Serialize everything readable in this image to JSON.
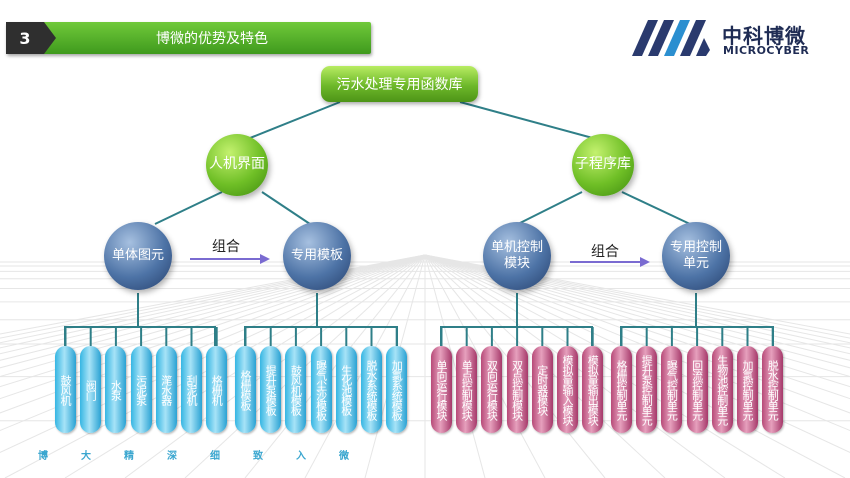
{
  "header": {
    "number": "3",
    "title": "博微的优势及特色"
  },
  "logo": {
    "name_cn": "中科博微",
    "name_en": "MICROCYBER"
  },
  "diagram": {
    "root": "污水处理专用函数库",
    "left_branch": {
      "label": "人机界面",
      "left_child": "单体图元",
      "right_child": "专用模板",
      "combine_label": "组合",
      "left_items": [
        "鼓风机",
        "阀门",
        "水泵",
        "污泥泵",
        "滗水器",
        "刮泥机",
        "格栅机"
      ],
      "right_items": [
        "格栅模板",
        "提升泵模板",
        "鼓风机模板",
        "曝气尘沙模板",
        "生化池模板",
        "脱水系统模板",
        "加氯系统模板"
      ]
    },
    "right_branch": {
      "label": "子程序库",
      "left_child": "单机控制模块",
      "right_child": "专用控制单元",
      "combine_label": "组合",
      "left_items": [
        "单向运行模块",
        "单点控制模块",
        "双向运行模块",
        "双点控制模块",
        "定时器模块",
        "模拟量输入模块",
        "模拟量输出模块"
      ],
      "right_items": [
        "格栅控制单元",
        "提升泵控制单元",
        "曝气控制单元",
        "回流控制单元",
        "生物池控制单元",
        "加氯控制单元",
        "脱水控制单元"
      ]
    }
  },
  "footer": [
    "博",
    "大",
    "精",
    "深",
    "细",
    "致",
    "入",
    "微"
  ],
  "colors": {
    "green": "#5aa820",
    "blue": "#3f6496",
    "cyan": "#36b6e3",
    "pink": "#b74a78",
    "line": "#2f7f88"
  }
}
